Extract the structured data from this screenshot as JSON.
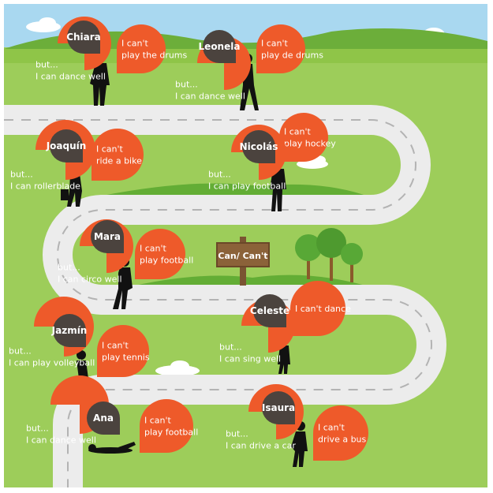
{
  "sign": {
    "label": "Can/ Can't"
  },
  "people": [
    {
      "name": "Chiara",
      "cant": [
        "I can't",
        "play the drums"
      ],
      "can": [
        "but...",
        "I can dance well"
      ]
    },
    {
      "name": "Leonela",
      "cant": [
        "I can't",
        "play de drums"
      ],
      "can": [
        "but...",
        "I can dance well"
      ]
    },
    {
      "name": "Joaquín",
      "cant": [
        "I can't",
        "ride a bike"
      ],
      "can": [
        "but...",
        "I can rollerblade"
      ]
    },
    {
      "name": "Nicolás",
      "cant": [
        "I can't",
        "play hockey"
      ],
      "can": [
        "but...",
        "I can play football"
      ]
    },
    {
      "name": "Mara",
      "cant": [
        "I can't",
        "play football"
      ],
      "can": [
        "but...",
        "I can circo well"
      ]
    },
    {
      "name": "Celeste",
      "cant": [
        "I can't dance"
      ],
      "can": [
        "but...",
        "I can sing well"
      ]
    },
    {
      "name": "Jazmín",
      "cant": [
        "I can't",
        "play tennis"
      ],
      "can": [
        "but...",
        "I can play volleyball"
      ]
    },
    {
      "name": "Ana",
      "cant": [
        "I can't",
        "play football"
      ],
      "can": [
        "but...",
        "I can dance well"
      ]
    },
    {
      "name": "Isaura",
      "cant": [
        "I can't",
        "drive a bus"
      ],
      "can": [
        "but...",
        "I can drive a car"
      ]
    }
  ],
  "colors": {
    "bubble": "#ee5a2a",
    "name_badge": "#4b433e",
    "grass": "#9dcd5a",
    "road": "#ececec"
  }
}
